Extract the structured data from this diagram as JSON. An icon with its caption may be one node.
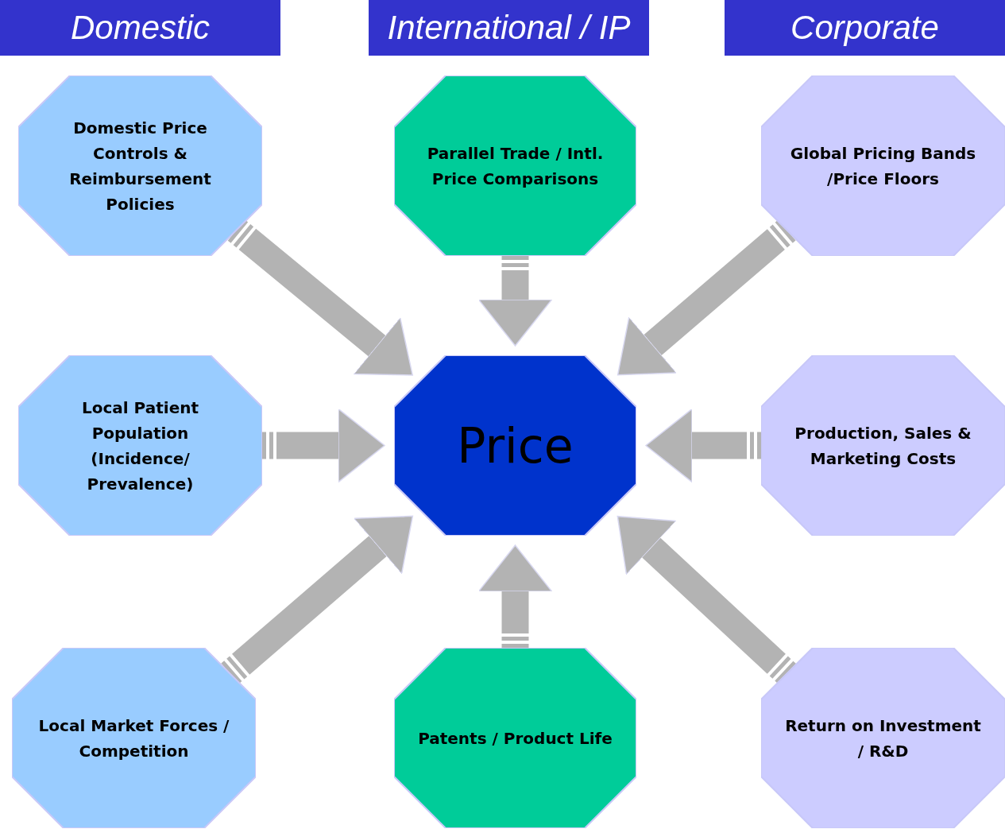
{
  "diagram": {
    "nodes": [
      {
        "text": [
          "Domestic"
        ]
      },
      {
        "text": [
          "International / IP"
        ]
      },
      {
        "text": [
          "Corporate"
        ]
      },
      {
        "text": [
          "Domestic Price Controls & Reimbursement Policies"
        ]
      },
      {
        "text": [
          "Parallel Trade / Intl. Price Comparisons"
        ]
      },
      {
        "text": [
          "Global Pricing Bands /Price Floors"
        ]
      },
      {
        "text": [
          "Local Patient Population (Incidence/ Prevalence)"
        ]
      },
      {
        "text": [
          "Price"
        ]
      },
      {
        "text": [
          "Production, Sales & Marketing Costs"
        ]
      },
      {
        "text": [
          "Local Market Forces / Competition"
        ]
      },
      {
        "text": [
          "Patents / Product Life"
        ]
      },
      {
        "text": [
          "Return on Investment / R&D"
        ]
      }
    ],
    "edges": [
      {
        "from": 3,
        "to": 7,
        "arrow": "to"
      },
      {
        "from": 4,
        "to": 7,
        "arrow": "to"
      },
      {
        "from": 5,
        "to": 7,
        "arrow": "to"
      },
      {
        "from": 6,
        "to": 7,
        "arrow": "to"
      },
      {
        "from": 8,
        "to": 7,
        "arrow": "to"
      },
      {
        "from": 9,
        "to": 7,
        "arrow": "to"
      },
      {
        "from": 10,
        "to": 7,
        "arrow": "to"
      },
      {
        "from": 11,
        "to": 7,
        "arrow": "to"
      }
    ]
  }
}
